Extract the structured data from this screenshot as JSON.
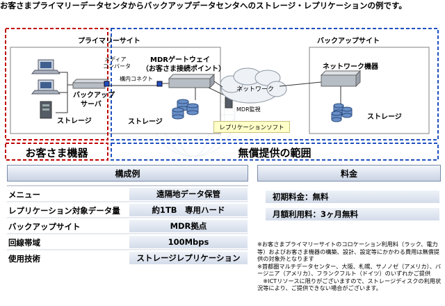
{
  "intro": "お客さまプライマリーデータセンタからバックアップデータセンタへのストレージ・レプリケーションの例です。",
  "diagram": {
    "primary_site": "プライマリーサイト",
    "backup_site": "バックアップサイト",
    "mdr_gateway_line1": "MDRゲートウェイ",
    "mdr_gateway_line2": "（お客さま接続ポイント）",
    "media_converter_line1": "メディア",
    "media_converter_line2": "コンバータ",
    "cross_connect": "構内コネクト",
    "backup_server_line1": "バックアップ",
    "backup_server_line2": "サーバ",
    "storage_customer": "ストレージ",
    "storage_primary": "ストレージ",
    "storage_backup": "ストレージ",
    "network": "ネットワーク",
    "network_equipment": "ネットワーク機器",
    "mdr_monitor": "MDR監視",
    "replication_software": "レプリケーションソフト",
    "customer_equipment": "お客さま機器",
    "free_scope": "無償提供の範囲"
  },
  "config": {
    "header": "構成例",
    "rows": [
      {
        "label": "メニュー",
        "value": "遠隔地データ保管"
      },
      {
        "label": "レプリケーション対象データ量",
        "value": "約1TB　専用ハード"
      },
      {
        "label": "バックアップサイト",
        "value": "MDR拠点"
      },
      {
        "label": "回線帯域",
        "value": "100Mbps"
      },
      {
        "label": "使用技術",
        "value": "ストレージレプリケーション"
      }
    ]
  },
  "pricing": {
    "header": "料金",
    "items": [
      "初期料金：無料",
      "月額利用料：3ヶ月無料"
    ]
  },
  "notes": [
    "※お客さまプライマリーサイトのコロケーション利用料（ラック、電力等）およびお客さま機器の構築、設計、設定等にかかわる費用は無償提供の対象外となります",
    "※首都圏マルチデータセンター、大阪、札幌、サノノゼ（アメリカ）、バージニア（アメリカ）、フランクフルト（ドイツ）のいずれかご提供",
    "　※ICTリソースに限りがございますので、ストレージディスクの利用状況等により、ご提供できない場合がございます。"
  ],
  "colors": {
    "customer_dash": "#c00000",
    "free_dash": "#1f4fbf",
    "header_bg": "#c9d3e4",
    "value_bg": "#d4dcea"
  }
}
